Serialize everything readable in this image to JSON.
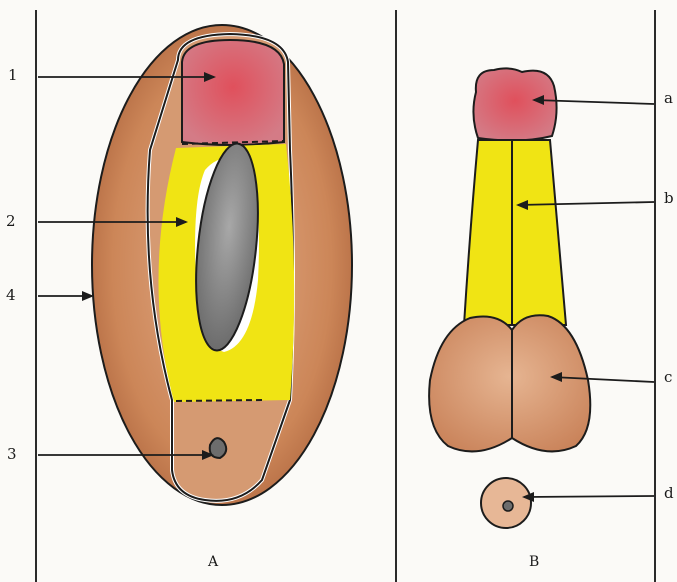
{
  "panels": [
    {
      "caption": "A",
      "labels": [
        "1",
        "2",
        "4",
        "3"
      ]
    },
    {
      "caption": "B",
      "labels": [
        "a",
        "b",
        "c",
        "d"
      ]
    }
  ],
  "colors": {
    "outer_shell": "#c8825a",
    "outer_shell_dark": "#a9603a",
    "red_cap": "#d9555f",
    "yellow": "#f0e414",
    "gray_core": "#8c8c8c",
    "skin": "#d9a07c",
    "outline": "#1c1c1c"
  }
}
